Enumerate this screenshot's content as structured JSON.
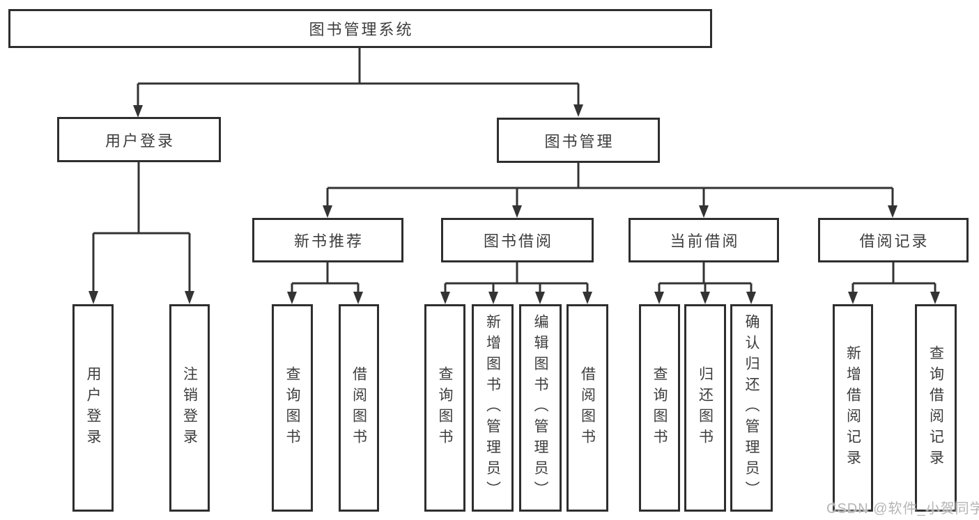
{
  "colors": {
    "box_border": "#2e2e2e",
    "connector_line": "#333333",
    "text": "#3d3d3d",
    "watermark_text": "#b5b5b5",
    "background": "#ffffff"
  },
  "tree": {
    "root": {
      "label": "图书管理系统"
    },
    "branches": [
      {
        "label": "用户登录",
        "children": [
          {
            "label": "用户登录"
          },
          {
            "label": "注销登录"
          }
        ]
      },
      {
        "label": "图书管理",
        "children": [
          {
            "label": "新书推荐",
            "children": [
              {
                "label": "查询图书"
              },
              {
                "label": "借阅图书"
              }
            ]
          },
          {
            "label": "图书借阅",
            "children": [
              {
                "label": "查询图书"
              },
              {
                "label": "新增图书（管理员）"
              },
              {
                "label": "编辑图书（管理员）"
              },
              {
                "label": "借阅图书"
              }
            ]
          },
          {
            "label": "当前借阅",
            "children": [
              {
                "label": "查询图书"
              },
              {
                "label": "归还图书"
              },
              {
                "label": "确认归还（管理员）"
              }
            ]
          },
          {
            "label": "借阅记录",
            "children": [
              {
                "label": "新增借阅记录"
              },
              {
                "label": "查询借阅记录"
              }
            ]
          }
        ]
      }
    ]
  },
  "watermark": "CSDN @软件_小贺同学"
}
